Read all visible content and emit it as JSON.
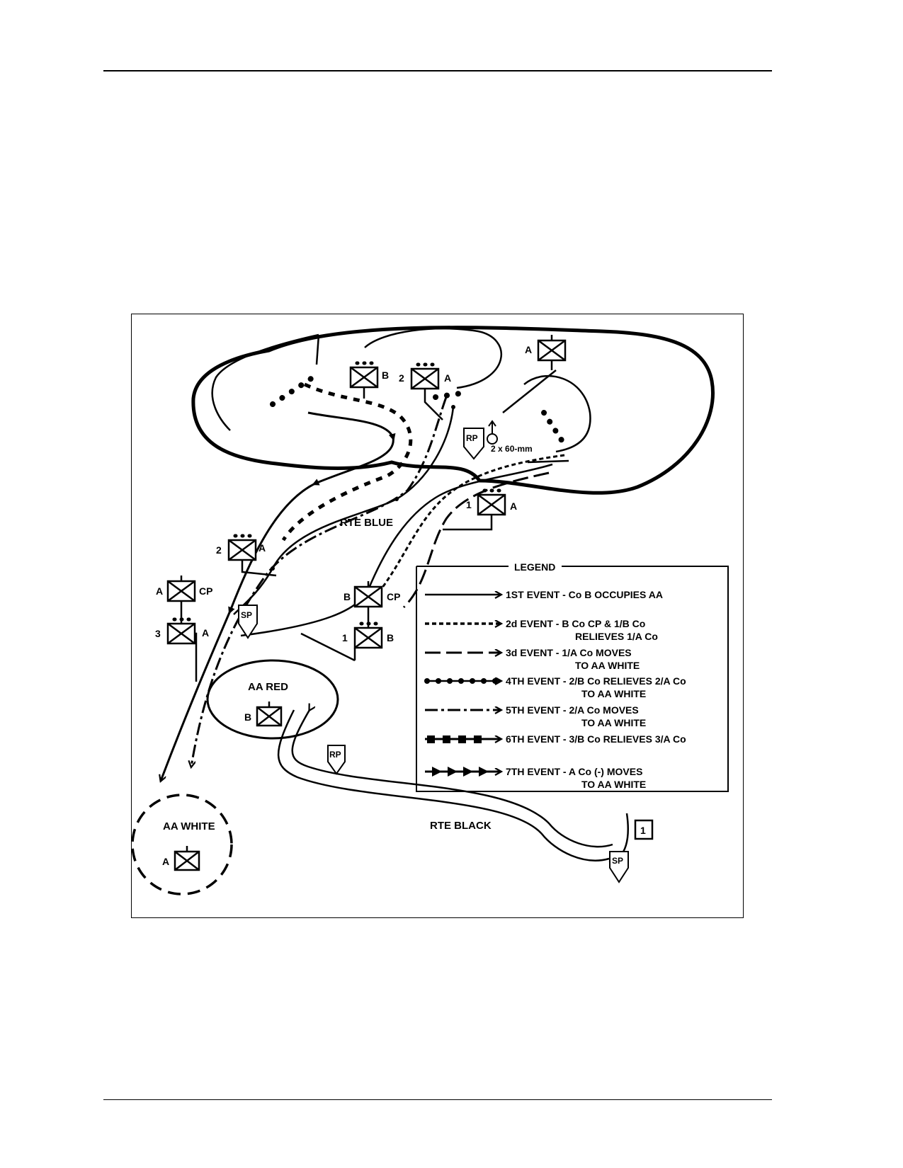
{
  "map": {
    "label_rte_blue": "RTE BLUE",
    "label_rte_black": "RTE BLACK",
    "label_aa_red": "AA RED",
    "label_aa_white": "AA WHITE",
    "label_mortar": "2 x 60-mm",
    "label_rp": "RP",
    "label_sp": "SP",
    "label_start_point_number": "1",
    "unit_labels": {
      "a_top_right": "A",
      "b_top": "B",
      "n2_top": "2",
      "a_top": "A",
      "n1_mid": "1",
      "a_mid": "A",
      "n2_left": "2",
      "a_left2": "A",
      "a_cp_letter": "A",
      "cp_left": "CP",
      "n3_left": "3",
      "a_left3": "A",
      "b_cp_letter": "B",
      "cp_right": "CP",
      "n1_right": "1",
      "b_right": "B",
      "b_red": "B",
      "a_white": "A"
    }
  },
  "legend": {
    "title": "LEGEND",
    "items": [
      {
        "line1": "1ST EVENT - Co B OCCUPIES AA",
        "line2": ""
      },
      {
        "line1": "2d EVENT - B Co CP & 1/B Co",
        "line2": "RELIEVES 1/A Co"
      },
      {
        "line1": "3d EVENT - 1/A Co MOVES",
        "line2": "TO AA WHITE"
      },
      {
        "line1": "4TH EVENT - 2/B Co RELIEVES 2/A Co",
        "line2": "TO AA WHITE"
      },
      {
        "line1": "5TH EVENT - 2/A Co MOVES",
        "line2": "TO AA WHITE"
      },
      {
        "line1": "6TH EVENT - 3/B Co RELIEVES 3/A Co",
        "line2": ""
      },
      {
        "line1": "7TH EVENT - A Co (-) MOVES",
        "line2": "TO AA WHITE"
      }
    ]
  }
}
